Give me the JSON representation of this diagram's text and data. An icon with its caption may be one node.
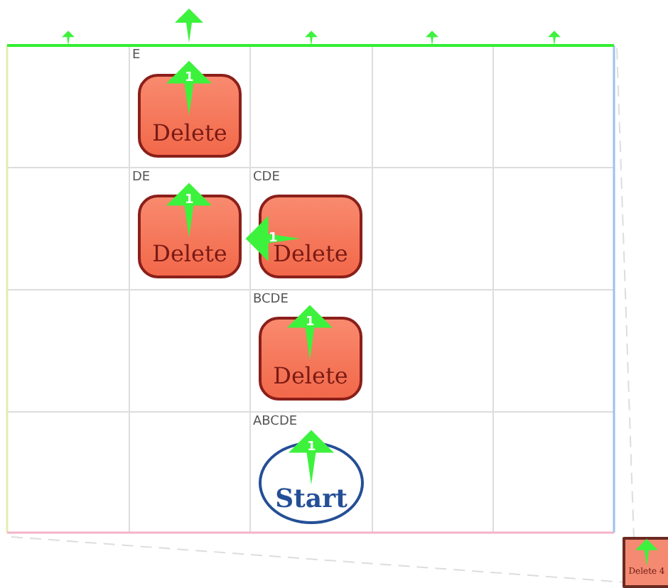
{
  "diagram": {
    "nodes": [
      {
        "text": [
          "Delete"
        ],
        "beside": [
          "E"
        ]
      },
      {
        "text": [
          "Delete"
        ],
        "beside": [
          "DE"
        ]
      },
      {
        "text": [
          "Delete"
        ],
        "beside": [
          "CDE"
        ]
      },
      {
        "text": [
          "Delete"
        ],
        "beside": [
          "BCDE"
        ]
      },
      {
        "text": [
          "Start"
        ],
        "beside": [
          "ABCDE"
        ]
      },
      {
        "text": [
          "Delete 4"
        ]
      }
    ],
    "labels": [
      "1",
      "1",
      "1",
      "1",
      "1"
    ]
  }
}
